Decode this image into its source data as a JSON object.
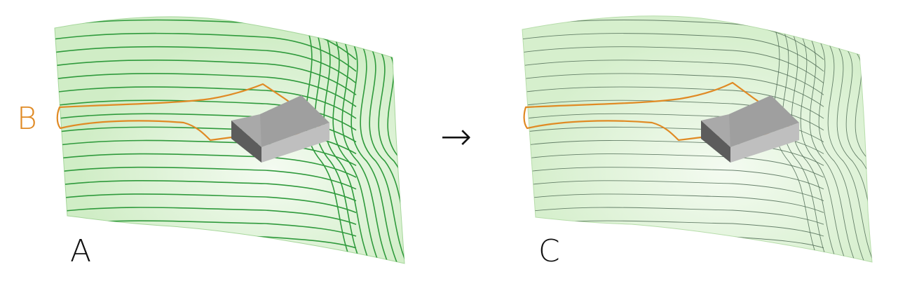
{
  "labels": {
    "panel_a": "A",
    "boundary": "B",
    "panel_c": "C"
  },
  "arrow": "→",
  "colors": {
    "terrain_fill": "#d3efc9",
    "terrain_light": "#eef9e8",
    "contour_a": "#2f9a3c",
    "contour_c": "#4f6b55",
    "boundary": "#e08a24",
    "building_top": "#a9a9a9",
    "building_front": "#bfbfbf",
    "building_gable": "#5c5c5c",
    "label_dark": "#111111"
  },
  "icons": {
    "arrow": "right-arrow-icon",
    "building": "house-icon"
  }
}
